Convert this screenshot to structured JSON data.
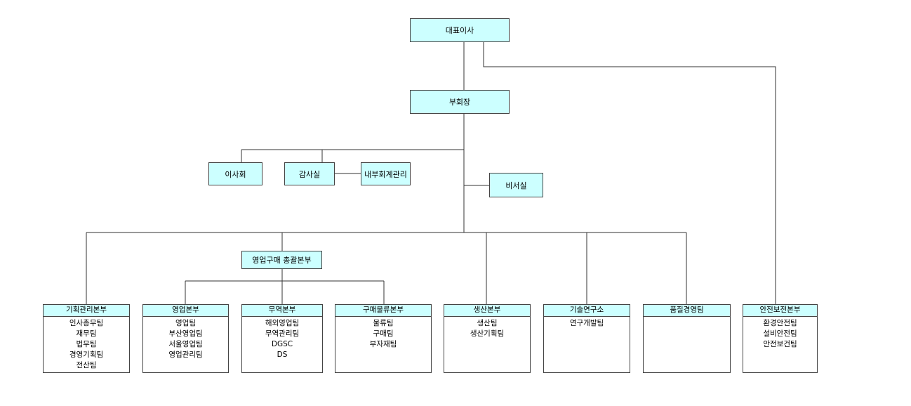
{
  "ceo": "대표이사",
  "vice_chairman": "부회장",
  "board": "이사회",
  "audit": "감사실",
  "internal_accounting": "내부회계관리",
  "secretary": "비서실",
  "sales_purchase_hq": "영업구매 총괄본부",
  "departments": [
    {
      "name": "기획관리본부",
      "teams": [
        "인사총무팀",
        "재무팀",
        "법무팀",
        "경영기획팀",
        "전산팀"
      ]
    },
    {
      "name": "영업본부",
      "teams": [
        "영업팀",
        "부산영업팀",
        "서울영업팀",
        "영업관리팀"
      ]
    },
    {
      "name": "무역본부",
      "teams": [
        "해외영업팀",
        "무역관리팀",
        "DGSC",
        "DS"
      ]
    },
    {
      "name": "구매물류본부",
      "teams": [
        "물류팀",
        "구매팀",
        "부자재팀"
      ]
    },
    {
      "name": "생산본부",
      "teams": [
        "생산팀",
        "생산기획팀"
      ]
    },
    {
      "name": "기술연구소",
      "teams": [
        "연구개발팀"
      ]
    },
    {
      "name": "품질경영팀",
      "teams": []
    },
    {
      "name": "안전보전본부",
      "teams": [
        "환경안전팀",
        "설비안전팀",
        "안전보건팀"
      ]
    }
  ]
}
